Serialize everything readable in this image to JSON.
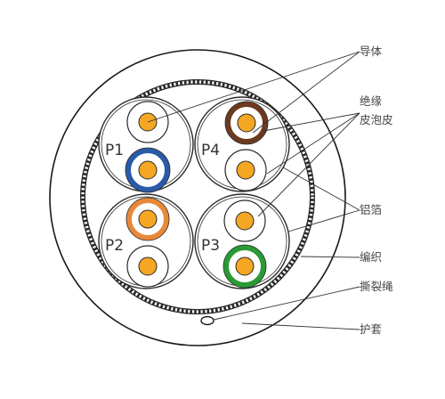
{
  "pairs": [
    {
      "label": "P1"
    },
    {
      "label": "P2"
    },
    {
      "label": "P3"
    },
    {
      "label": "P4"
    }
  ],
  "callouts": {
    "conductor": "导体",
    "insulation": "绝缘",
    "foam_skin": "皮泡皮",
    "foil": "铝箔",
    "braid": "编织",
    "ripcord": "撕裂绳",
    "jacket": "护套"
  },
  "colors": {
    "outline": "#1a1a1a",
    "conductor": "#f5a623",
    "wire_white": "#ffffff",
    "wire_blue": "#2b5aa8",
    "wire_brown": "#6b3a1f",
    "wire_orange": "#e8893a",
    "wire_green": "#2a9a35",
    "leader_line": "#333333",
    "text": "#444444"
  }
}
